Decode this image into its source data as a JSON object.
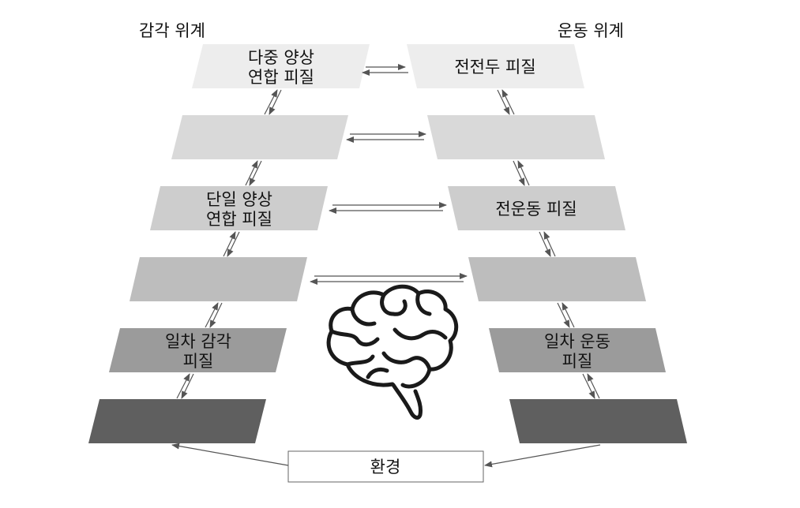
{
  "headers": {
    "sensory": "감각 위계",
    "motor": "운동 위계"
  },
  "sensory_boxes": [
    {
      "line1": "다중 양상",
      "line2": "연합 피질",
      "fill": "#ededed"
    },
    {
      "line1": "",
      "line2": "",
      "fill": "#d9d9d9"
    },
    {
      "line1": "단일 양상",
      "line2": "연합 피질",
      "fill": "#cdcdcd"
    },
    {
      "line1": "",
      "line2": "",
      "fill": "#bdbdbd"
    },
    {
      "line1": "일차 감각",
      "line2": "피질",
      "fill": "#9b9b9b"
    },
    {
      "line1": "",
      "line2": "",
      "fill": "#5f5f5f"
    }
  ],
  "motor_boxes": [
    {
      "line1": "전전두 피질",
      "line2": "",
      "fill": "#ededed"
    },
    {
      "line1": "",
      "line2": "",
      "fill": "#d9d9d9"
    },
    {
      "line1": "전운동 피질",
      "line2": "",
      "fill": "#cdcdcd"
    },
    {
      "line1": "",
      "line2": "",
      "fill": "#bdbdbd"
    },
    {
      "line1": "일차 운동",
      "line2": "피질",
      "fill": "#9b9b9b"
    },
    {
      "line1": "",
      "line2": "",
      "fill": "#5f5f5f"
    }
  ],
  "environment": {
    "label": "환경"
  },
  "icons": {
    "brain": "brain-icon"
  },
  "colors": {
    "arrow": "#555555",
    "box_border": "#666666"
  }
}
